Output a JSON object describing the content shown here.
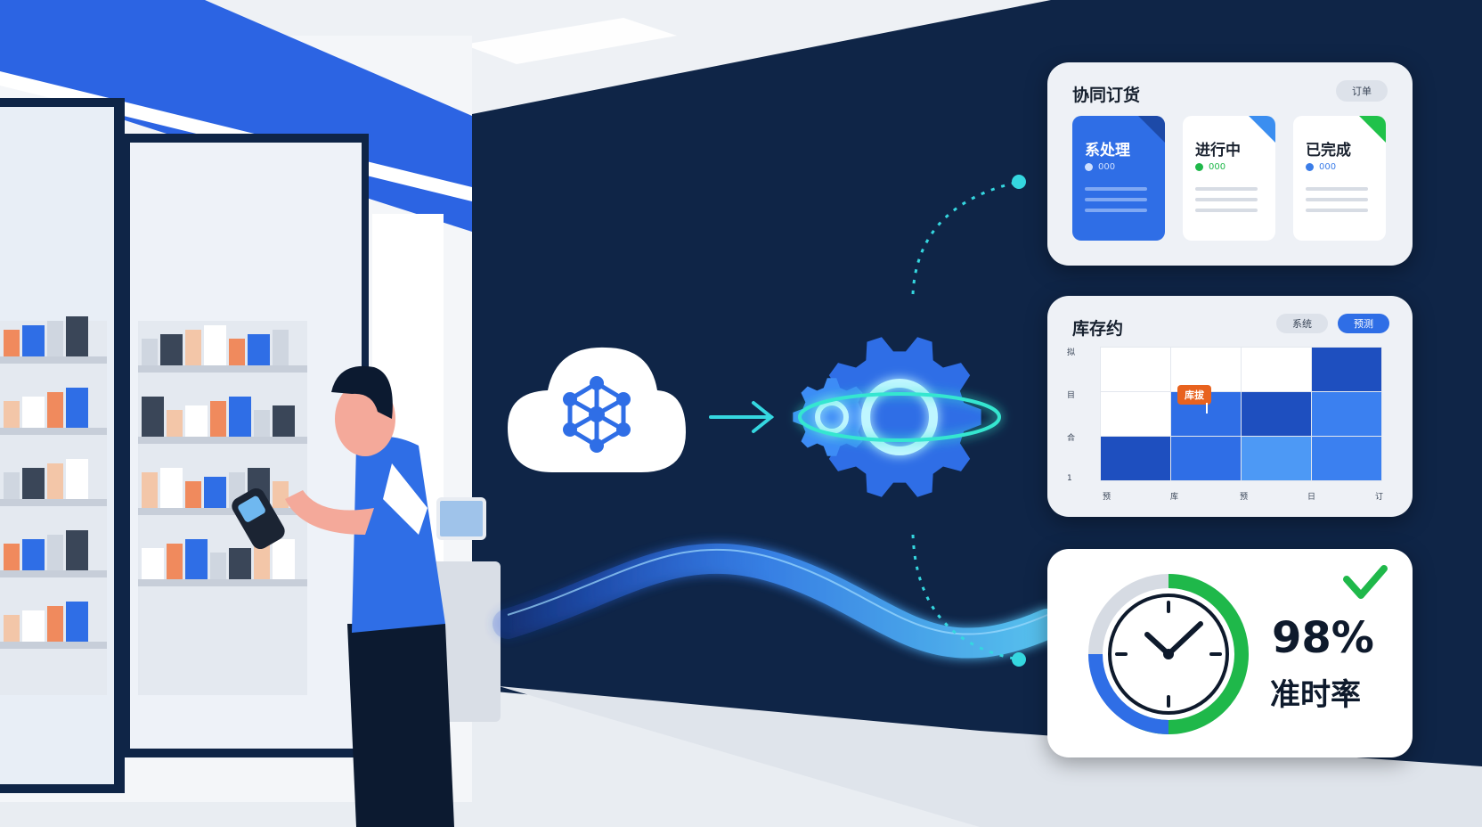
{
  "colors": {
    "wall": "#0f2547",
    "brand_blue": "#2f6ee6",
    "accent_green": "#1fb84a",
    "accent_cyan": "#35d7e0",
    "tag_orange": "#e8621e"
  },
  "icons": [
    "cloud-network-icon",
    "arrow-right-icon",
    "gears-icon",
    "clock-icon",
    "check-icon",
    "scanner-icon"
  ],
  "order_card": {
    "title": "协同订货",
    "pill": "订单",
    "statuses": [
      {
        "label": "系处理",
        "meta": "000"
      },
      {
        "label": "进行中",
        "meta": "000"
      },
      {
        "label": "已完成",
        "meta": "000"
      }
    ]
  },
  "inventory_card": {
    "title": "库存约",
    "pill_a": "系统",
    "pill_b": "预测",
    "tag": "库拔",
    "y_ticks": [
      "拟",
      "目",
      "合",
      "1"
    ],
    "x_ticks": [
      "预",
      "库",
      "预",
      "日",
      "订"
    ]
  },
  "ontime_card": {
    "value": "98%",
    "label": "准时率",
    "progress": 0.58
  }
}
